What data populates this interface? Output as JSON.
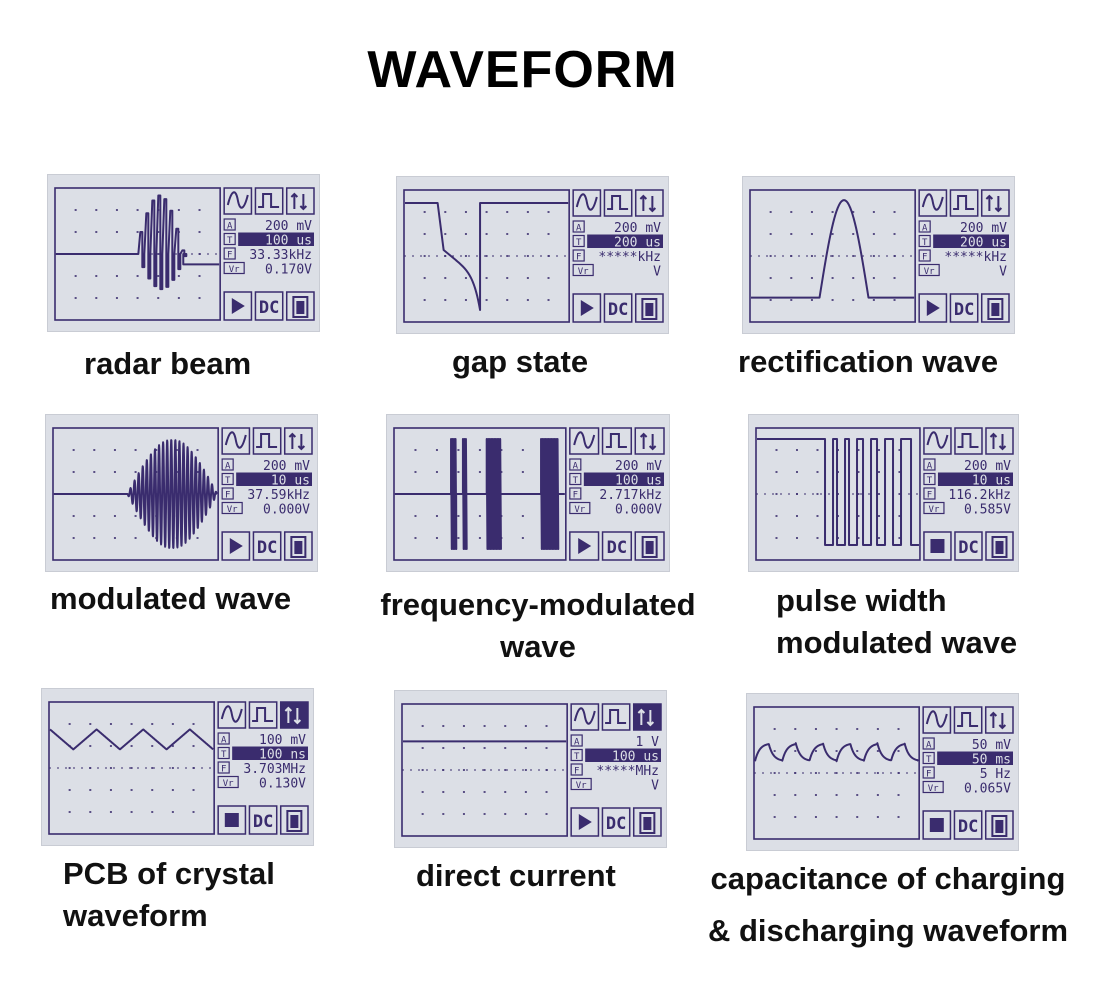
{
  "title": "WAVEFORM",
  "colors": {
    "ink": "#3a2c6e",
    "screen": "#dcdfe6"
  },
  "icons": [
    "sine-wave-icon",
    "square-wave-icon",
    "trigger-edge-icon",
    "play-icon",
    "stop-icon",
    "dc-coupling-icon",
    "battery-icon"
  ],
  "panels": [
    {
      "caption": [
        "radar beam"
      ],
      "volt": "200 mV",
      "time": "100 us",
      "freq": "33.33kHz",
      "vpp": "0.170V",
      "wave": "radar",
      "run": "play",
      "trig_active": false
    },
    {
      "caption": [
        "gap state"
      ],
      "volt": "200 mV",
      "time": "200 us",
      "freq": "*****kHz",
      "vpp": "V",
      "wave": "gap",
      "run": "play",
      "trig_active": false
    },
    {
      "caption": [
        "rectification wave"
      ],
      "volt": "200 mV",
      "time": "200 us",
      "freq": "*****kHz",
      "vpp": "V",
      "wave": "rect",
      "run": "play",
      "trig_active": false
    },
    {
      "caption": [
        "modulated wave"
      ],
      "volt": "200 mV",
      "time": "10 us",
      "freq": "37.59kHz",
      "vpp": "0.000V",
      "wave": "am",
      "run": "play",
      "trig_active": false
    },
    {
      "caption": [
        "frequency-modulated",
        "wave"
      ],
      "volt": "200 mV",
      "time": "100 us",
      "freq": "2.717kHz",
      "vpp": "0.000V",
      "wave": "fm",
      "run": "play",
      "trig_active": false
    },
    {
      "caption": [
        "pulse width",
        "modulated wave"
      ],
      "volt": "200 mV",
      "time": "10 us",
      "freq": "116.2kHz",
      "vpp": "0.585V",
      "wave": "pwm",
      "run": "stop",
      "trig_active": false
    },
    {
      "caption": [
        "PCB of crystal",
        "waveform"
      ],
      "volt": "100 mV",
      "time": "100 ns",
      "freq": "3.703MHz",
      "vpp": "0.130V",
      "wave": "crystal",
      "run": "stop",
      "trig_active": true
    },
    {
      "caption": [
        "direct current"
      ],
      "volt": "1 V",
      "time": "100 us",
      "freq": "*****MHz",
      "vpp": "V",
      "wave": "dc",
      "run": "play",
      "trig_active": true
    },
    {
      "caption": [
        "capacitance of charging",
        "& discharging waveform"
      ],
      "volt": "50 mV",
      "time": "50 ms",
      "freq": "5 Hz",
      "vpp": "0.065V",
      "wave": "cap",
      "run": "stop",
      "trig_active": false
    }
  ]
}
